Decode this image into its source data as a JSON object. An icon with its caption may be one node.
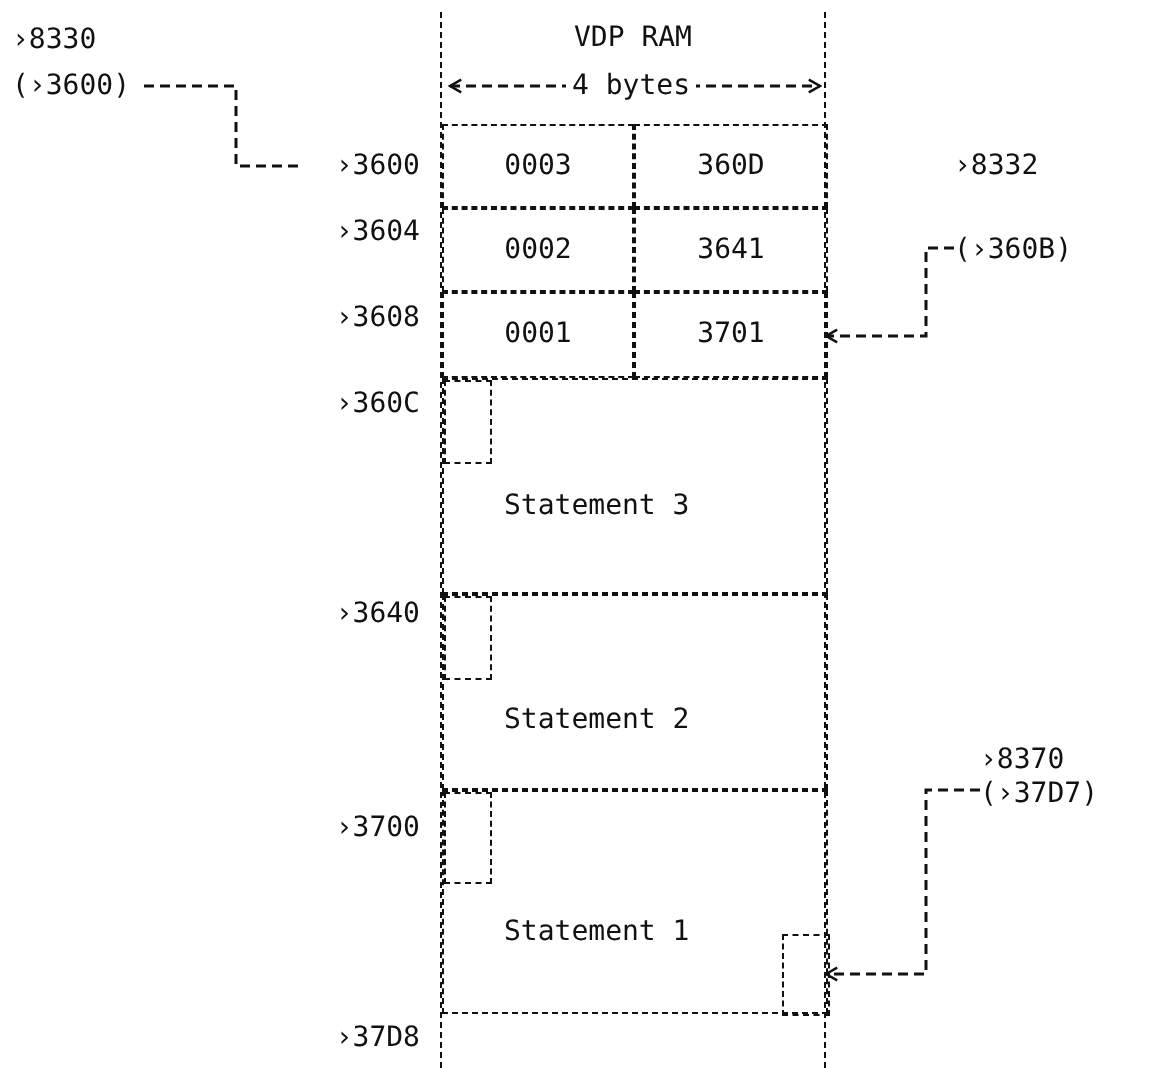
{
  "diagram": {
    "nodes": [
      {
        "text": [
          "›8330",
          "(›3600)"
        ]
      },
      {
        "text": [
          "›3600"
        ]
      },
      {
        "text": [
          "VDP RAM"
        ]
      },
      {
        "text": [
          "0003"
        ],
        "in": 2
      },
      {
        "text": [
          "360D"
        ],
        "in": 2
      },
      {
        "text": [
          "0002"
        ],
        "in": 2
      },
      {
        "text": [
          "3641"
        ],
        "in": 2
      },
      {
        "text": [
          "0001"
        ],
        "in": 2
      },
      {
        "text": [
          "3701"
        ],
        "in": 2
      },
      {
        "text": [
          "›8332",
          "(›360B)"
        ]
      },
      {
        "text": [
          "Statement 3"
        ],
        "in": 2
      },
      {
        "text": [],
        "shape": "box",
        "in": 10
      },
      {
        "text": [
          "Statement 2"
        ],
        "in": 2
      },
      {
        "text": [],
        "shape": "box",
        "in": 12
      },
      {
        "text": [
          "›8370",
          "(›37D7)"
        ]
      },
      {
        "text": [
          "Statement 1"
        ],
        "in": 2
      },
      {
        "text": [],
        "shape": "box",
        "in": 15
      },
      {
        "text": [],
        "shape": "box",
        "in": 15
      }
    ],
    "edges": [
      {
        "from": 0,
        "to": 1,
        "arrow": "none"
      },
      {
        "from": 9,
        "to": 8,
        "arrow": "to"
      },
      {
        "from": 14,
        "to": 17,
        "arrow": "to"
      }
    ],
    "labels": [
      "4 bytes",
      "›3604",
      "›3608",
      "›360C",
      "›3640",
      "›3700",
      "›37D8"
    ]
  }
}
